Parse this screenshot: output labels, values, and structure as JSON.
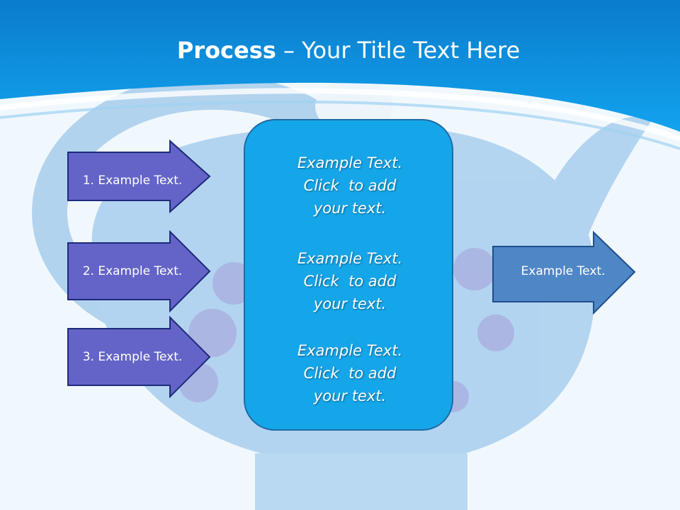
{
  "title": {
    "strong": "Process",
    "dash": " – ",
    "rest": "Your Title Text Here"
  },
  "inputs": [
    {
      "label": "1. Example Text."
    },
    {
      "label": "2. Example Text."
    },
    {
      "label": "3. Example Text."
    }
  ],
  "center_box": {
    "items": [
      {
        "line1": "Example Text.",
        "line2": "Click  to add",
        "line3": "your text."
      },
      {
        "line1": "Example Text.",
        "line2": "Click  to add",
        "line3": "your text."
      },
      {
        "line1": "Example Text.",
        "line2": "Click  to add",
        "line3": "your text."
      }
    ]
  },
  "output": {
    "label": "Example Text."
  },
  "colors": {
    "header_blue": "#0d8fdc",
    "input_arrow_fill": "#6464c8",
    "input_arrow_border": "#1e2a7a",
    "center_fill": "#15a6ea",
    "output_arrow_fill": "#4f86c6",
    "output_arrow_border": "#1f4e8c"
  }
}
